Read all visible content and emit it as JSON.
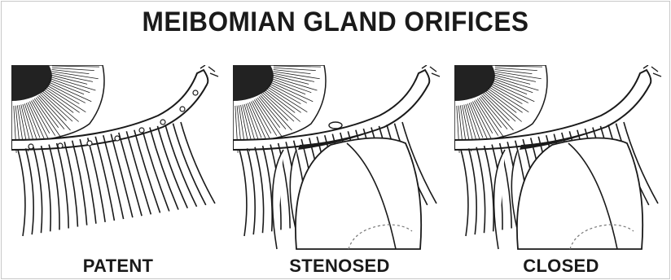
{
  "figure": {
    "title": "MEIBOMIAN GLAND ORIFICES",
    "panels": [
      {
        "label": "PATENT",
        "state": "patent"
      },
      {
        "label": "STENOSED",
        "state": "stenosed"
      },
      {
        "label": "CLOSED",
        "state": "closed"
      }
    ]
  },
  "colors": {
    "ink": "#1a1a1a",
    "paper": "#ffffff",
    "frame": "#c8c8c8"
  }
}
